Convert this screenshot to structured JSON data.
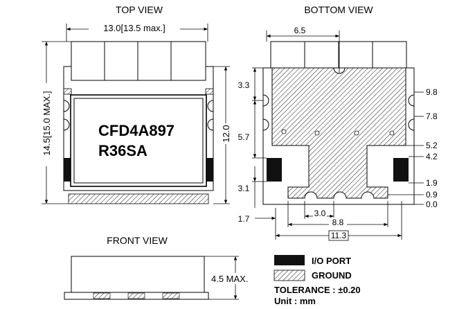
{
  "views": {
    "top": "TOP VIEW",
    "bottom": "BOTTOM VIEW",
    "front": "FRONT VIEW"
  },
  "marking": {
    "line1": "CFD4A897",
    "line2": "R36SA"
  },
  "top_dims": {
    "width": "13.0[13.5 max.]",
    "height": "14.5[15.0 MAX.]",
    "inner_height": "12.0"
  },
  "bottom_dims": {
    "top_width": "6.5",
    "left_3_3": "3.3",
    "left_5_7": "5.7",
    "left_3_1": "3.1",
    "left_1_7": "1.7",
    "right_9_8": "9.8",
    "right_7_8": "7.8",
    "right_5_2": "5.2",
    "right_4_2": "4.2",
    "right_1_9": "1.9",
    "right_0_9": "0.9",
    "right_0_0": "0.0",
    "bottom_3_0": "3.0",
    "bottom_8_8": "8.8",
    "bottom_11_3": "11.3"
  },
  "front_dims": {
    "height": "4.5 MAX."
  },
  "legend": {
    "io_port": "I/O PORT",
    "ground": "GROUND",
    "tolerance": "TOLERANCE : ±0.20",
    "unit": "Unit : mm"
  },
  "colors": {
    "line": "#000000",
    "io_port_fill": "#111111"
  }
}
